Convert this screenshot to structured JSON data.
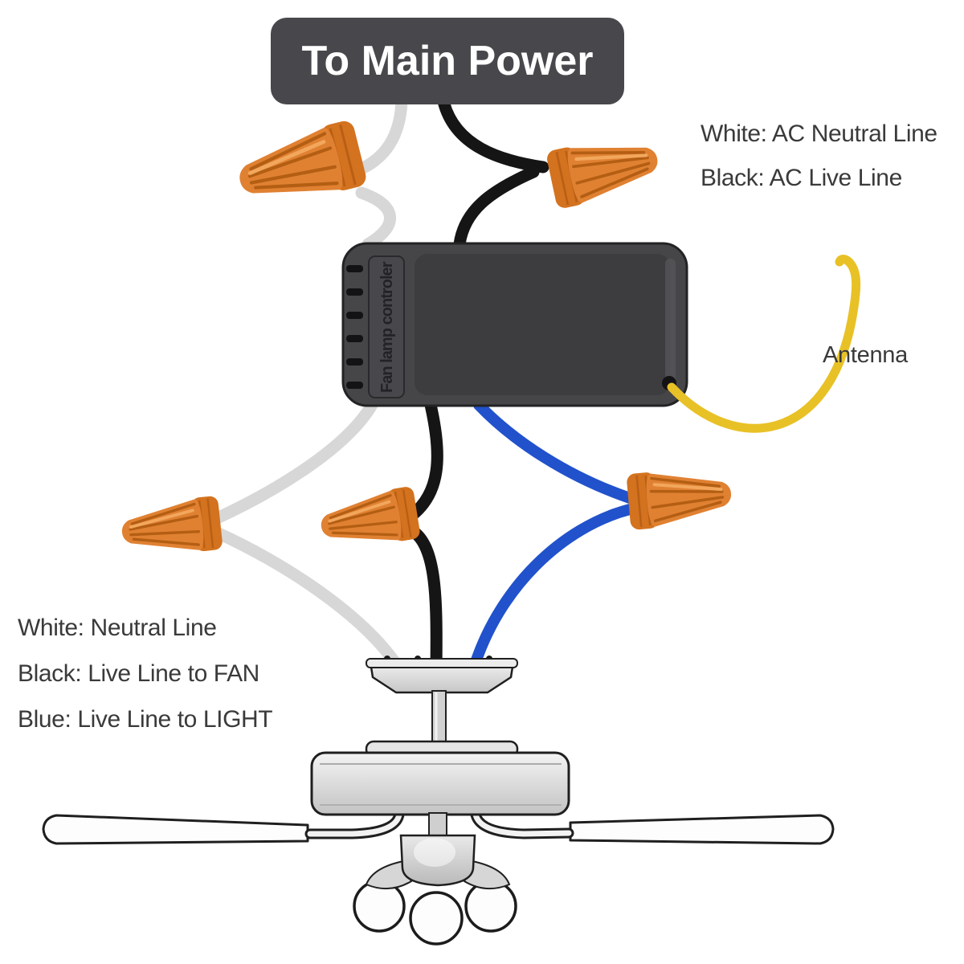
{
  "banner": {
    "label": "To Main Power"
  },
  "ac_legend": {
    "neutral": "White: AC Neutral Line",
    "live": "Black: AC Live Line"
  },
  "output_legend": {
    "neutral": "White: Neutral Line",
    "fan_live": "Black: Live Line to FAN",
    "light_live": "Blue: Live Line to LIGHT"
  },
  "controller": {
    "label": "Fan lamp controler"
  },
  "antenna": {
    "label": "Antenna"
  },
  "colors": {
    "banner_bg": "#48484c",
    "banner_text": "#ffffff",
    "label_text": "#3a3a3a",
    "wire_white": "#d7d7d7",
    "wire_black": "#151515",
    "wire_blue": "#2152cc",
    "antenna_yellow": "#e8c126",
    "nut_orange": "#e08132"
  }
}
